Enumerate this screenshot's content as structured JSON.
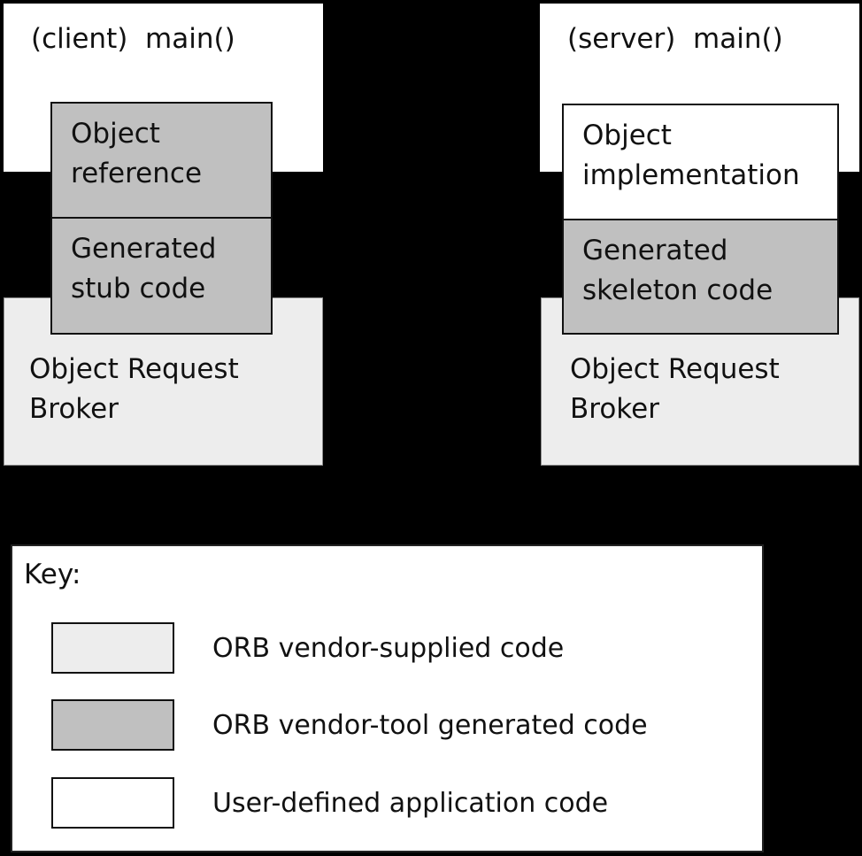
{
  "diagram": {
    "client": {
      "title": "(client)  main()",
      "object_reference": "Object\nreference",
      "generated_stub": "Generated\nstub code",
      "orb": "Object Request\nBroker"
    },
    "server": {
      "title": "(server)  main()",
      "object_implementation": "Object\nimplementation",
      "generated_skeleton": "Generated\nskeleton code",
      "orb": "Object Request\nBroker"
    },
    "key": {
      "title": "Key:",
      "entries": [
        {
          "label": "ORB vendor-supplied code",
          "swatch_color": "#ededed"
        },
        {
          "label": "ORB vendor-tool generated code",
          "swatch_color": "#c0c0c0"
        },
        {
          "label": "User-defined application code",
          "swatch_color": "#ffffff"
        }
      ]
    },
    "colors": {
      "background": "#000000",
      "orb_vendor_supplied_fill": "#ededed",
      "orb_vendor_tool_generated_fill": "#c0c0c0",
      "user_defined_fill": "#ffffff",
      "box_border": "#111111",
      "orb_border": "#8f8f8f",
      "text": "#111111"
    }
  }
}
